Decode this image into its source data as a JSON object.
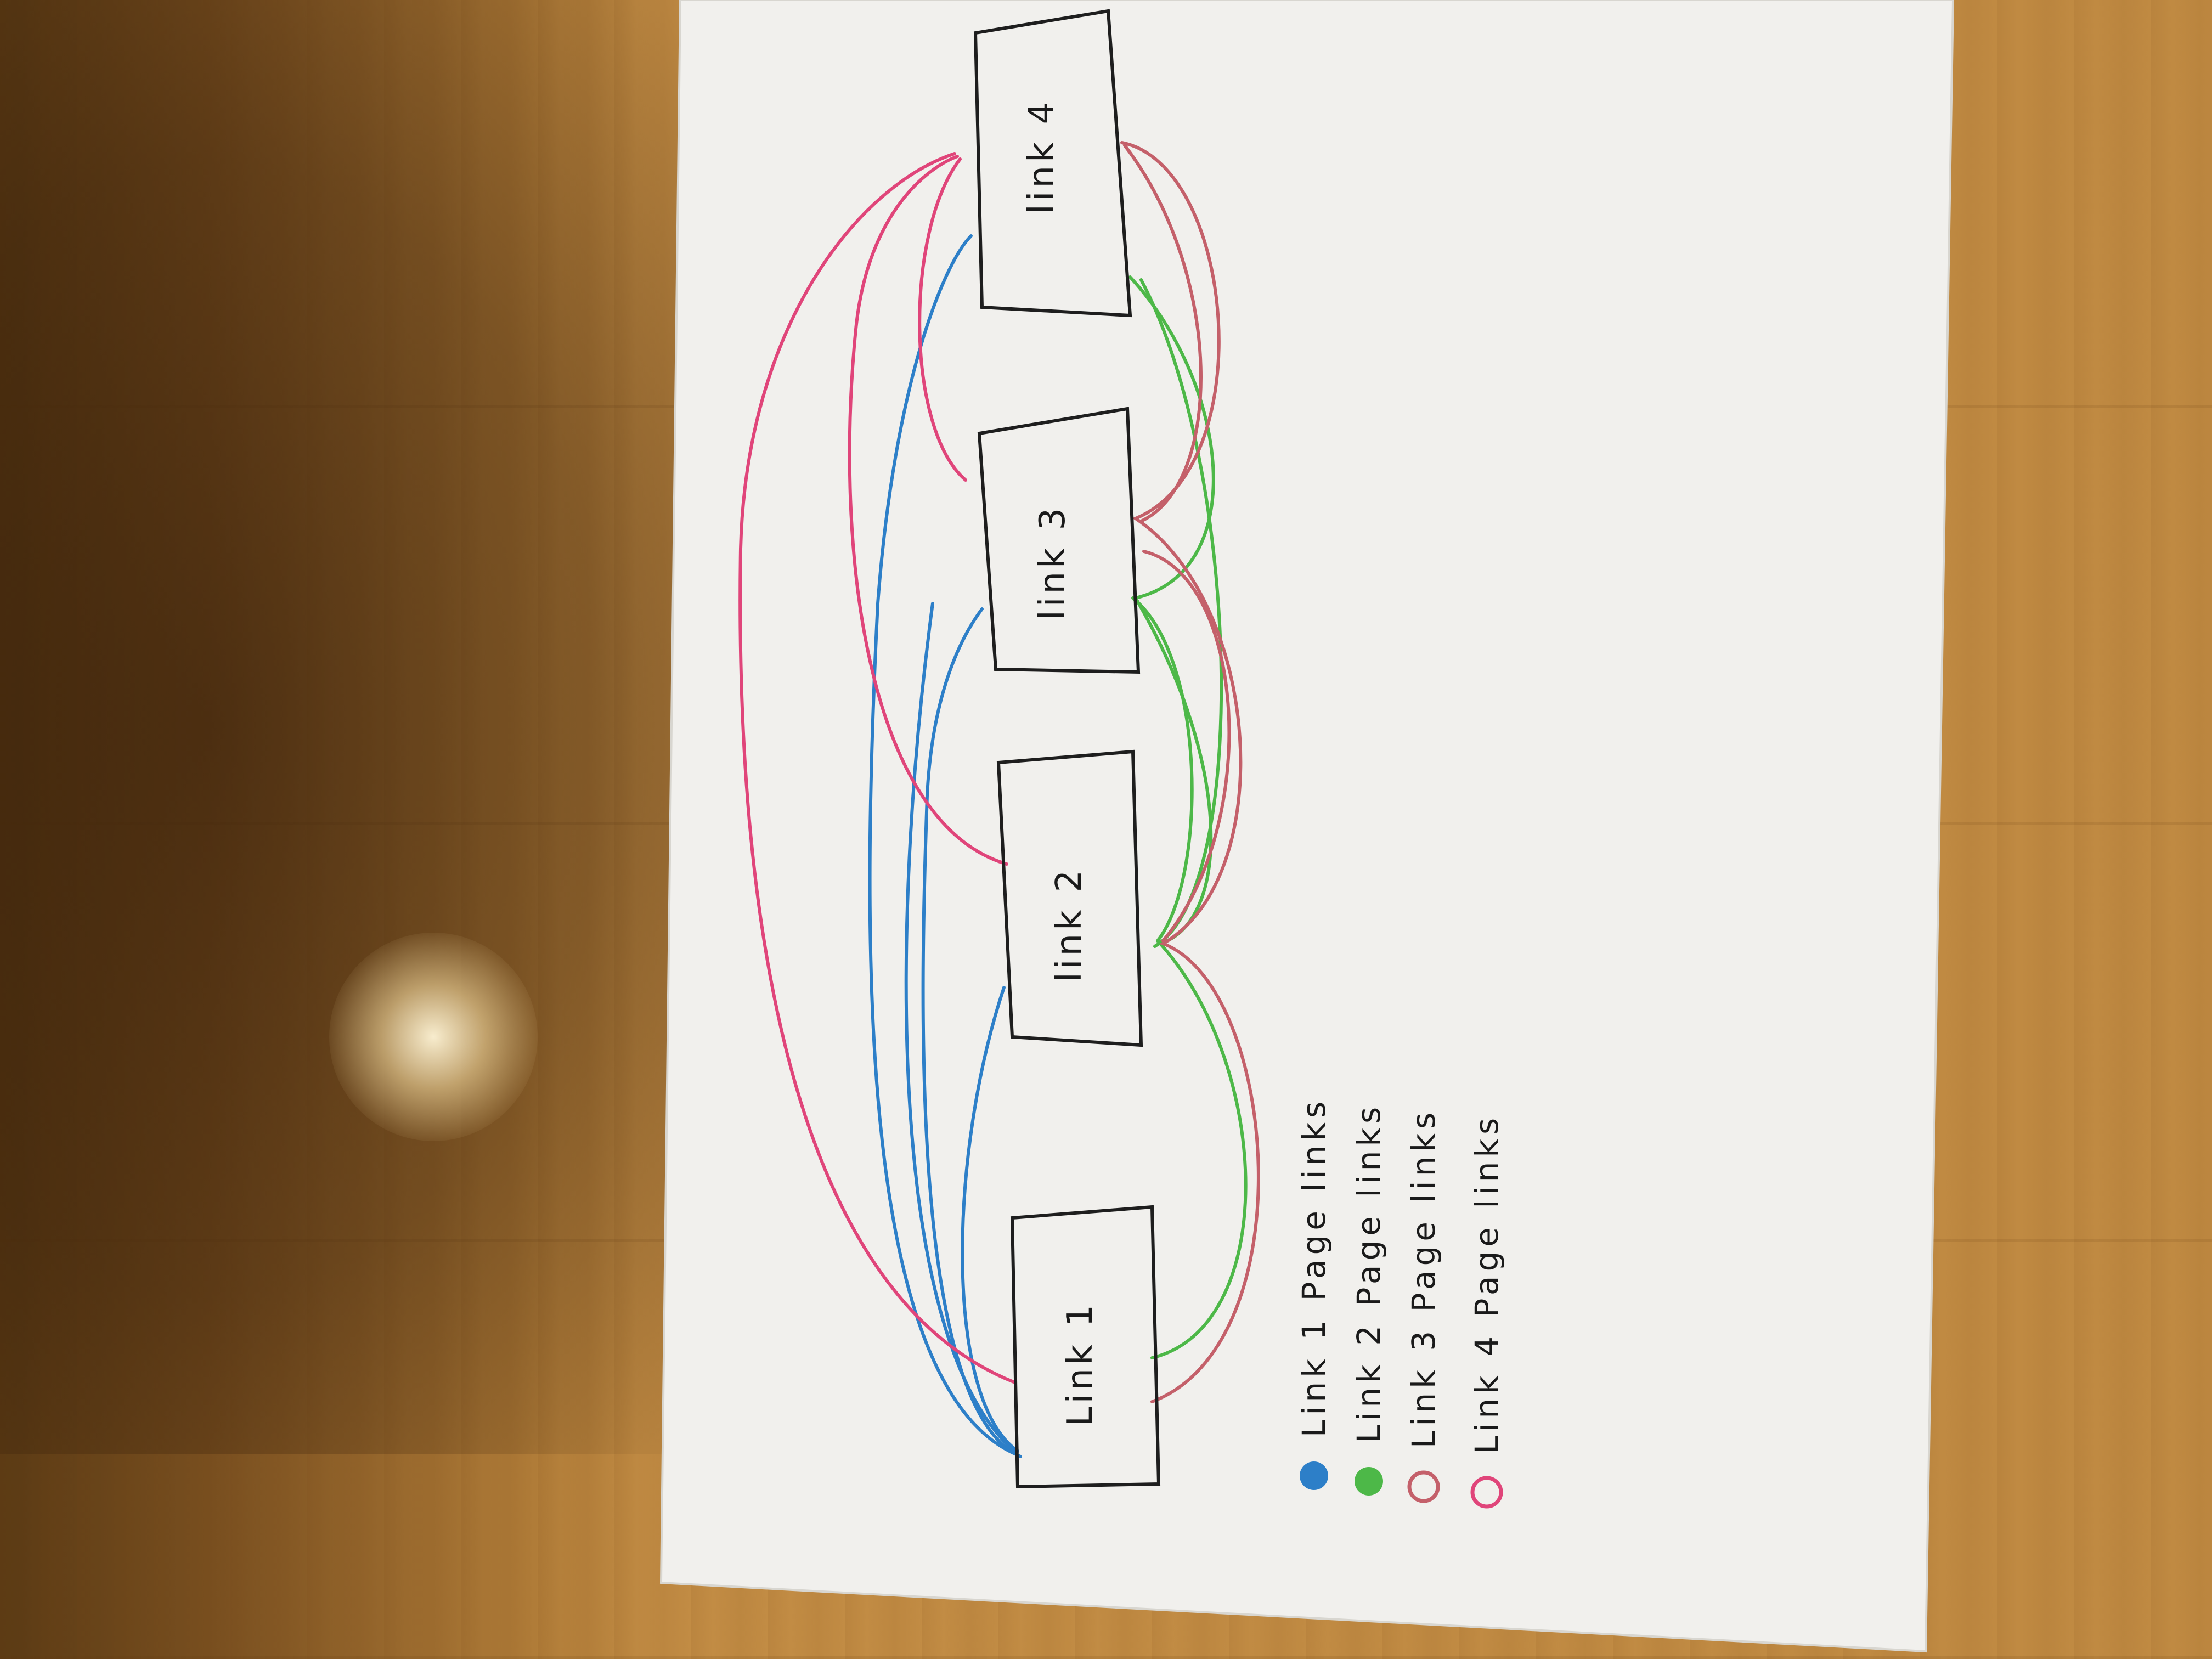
{
  "boxes": [
    {
      "label": "Link 1"
    },
    {
      "label": "link 2"
    },
    {
      "label": "link 3"
    },
    {
      "label": "link 4"
    }
  ],
  "legend": [
    {
      "text": "Link 1  Page links",
      "color": "#2d7fc8"
    },
    {
      "text": "Link 2  Page links",
      "color": "#4db848"
    },
    {
      "text": "Link 3  Page links",
      "color": "#c4606a"
    },
    {
      "text": "Link 4  Page links",
      "color": "#e0457a"
    }
  ]
}
